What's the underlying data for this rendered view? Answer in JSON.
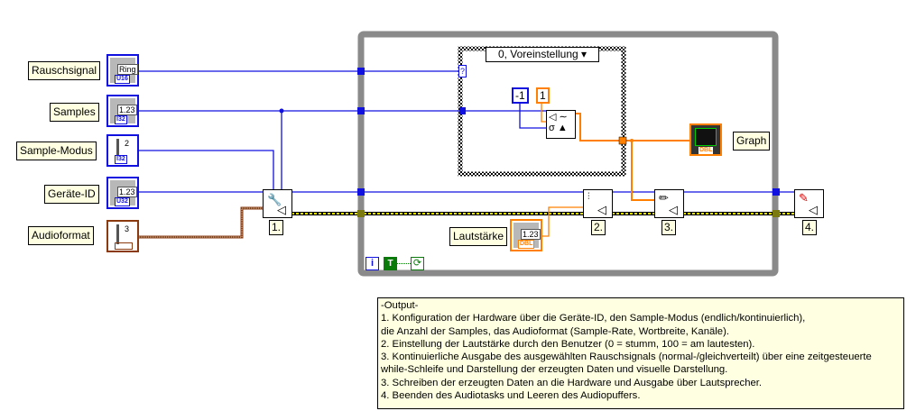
{
  "controls": [
    {
      "label": "Rauschsignal",
      "value": "Ring",
      "type": "U16"
    },
    {
      "label": "Samples",
      "value": "1.23",
      "type": "I32"
    },
    {
      "label": "Sample-Modus",
      "value": "2",
      "type": "I32"
    },
    {
      "label": "Geräte-ID",
      "value": "1.23",
      "type": "U32"
    },
    {
      "label": "Audioformat",
      "value": "3",
      "type": ""
    }
  ],
  "case_selector": "0, Voreinstellung",
  "case_terminal": "?",
  "constants": {
    "minus_one": "-1",
    "one": "1"
  },
  "graph": {
    "label": "Graph",
    "type": "DBL"
  },
  "volume": {
    "label": "Lautstärke",
    "value": "1.23",
    "type": "DBL"
  },
  "steps": [
    "1.",
    "2.",
    "3.",
    "4."
  ],
  "loop": {
    "iteration": "i",
    "timing": "T"
  },
  "colors": {
    "integer_wire": "#1010e0",
    "double_wire": "#ff8000",
    "cluster_wire": "#8b3a0f",
    "error_wire": "#c8c800",
    "loop_border": "#8a8a8a",
    "comment_bg": "#ffffe1"
  },
  "comment": [
    "-Output-",
    "1. Konfiguration der Hardware über die Geräte-ID, den Sample-Modus (endlich/kontinuierlich),",
    "die Anzahl der Samples, das Audioformat (Sample-Rate, Wortbreite, Kanäle).",
    "2. Einstellung der Lautstärke durch den Benutzer (0 = stumm, 100 = am lautesten).",
    "3. Kontinuierliche Ausgabe des ausgewählten Rauschsignals (normal-/gleichverteilt) über eine zeitgesteuerte",
    "while-Schleife und Darstellung der erzeugten Daten und visuelle Darstellung.",
    "3. Schreiben der erzeugten Daten an die Hardware und Ausgabe über Lautsprecher.",
    "4. Beenden des Audiotasks und Leeren des Audiopuffers."
  ]
}
